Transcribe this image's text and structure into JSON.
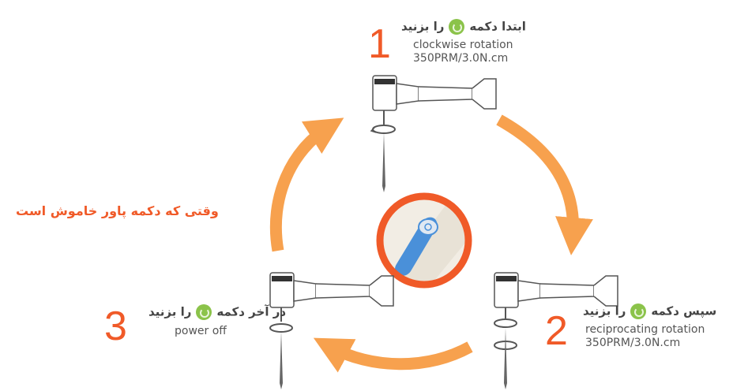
{
  "center_label": "وقتی که دکمه پاور خاموش است",
  "steps": [
    {
      "number": "1",
      "title_before": "ابتدا دکمه",
      "title_after": "را بزنید",
      "line1": "clockwise rotation",
      "line2": "350PRM/3.0N.cm"
    },
    {
      "number": "2",
      "title_before": "سپس دکمه",
      "title_after": "را بزنید",
      "line1": "reciprocating  rotation",
      "line2": "350PRM/3.0N.cm"
    },
    {
      "number": "3",
      "title_before": "در آخر دکمه",
      "title_after": "را بزنید",
      "line1": "power off"
    }
  ],
  "colors": {
    "accent": "#f05a28",
    "arrow": "#f7a14e",
    "power_button": "#8bc34a",
    "handpiece_button": "#4a90d9"
  },
  "icons": [
    "power-button-icon",
    "handpiece-icon",
    "rotation-arrow-icon",
    "file-bit-icon"
  ]
}
